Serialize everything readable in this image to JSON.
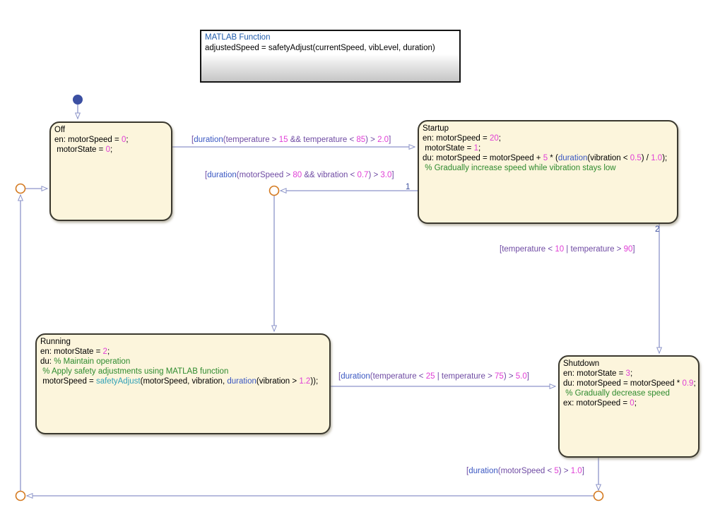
{
  "colors": {
    "state_fill": "#fcf5dc",
    "state_border": "#3a382e",
    "line": "#8d95c9",
    "junction": "#d4791f",
    "initial_dot": "#3b4fa2",
    "matlab_title": "#1f5bab",
    "code": "#000000",
    "number": "#e03ed6",
    "keyword": "#3a57c2",
    "function_name": "#2fa0b5",
    "comment": "#2e8b2e",
    "label": "#6f4ba3",
    "order": "#3c4f9e"
  },
  "function_block": {
    "title": "MATLAB Function",
    "signature": "adjustedSpeed = safetyAdjust(currentSpeed, vibLevel, duration)"
  },
  "states": {
    "off": {
      "name": "Off",
      "lines": [
        [
          {
            "c": "t",
            "t": "en: motorSpeed = "
          },
          {
            "c": "n",
            "t": "0"
          },
          {
            "c": "t",
            "t": ";"
          }
        ],
        [
          {
            "c": "t",
            "t": " motorState = "
          },
          {
            "c": "n",
            "t": "0"
          },
          {
            "c": "t",
            "t": ";"
          }
        ]
      ]
    },
    "startup": {
      "name": "Startup",
      "lines": [
        [
          {
            "c": "t",
            "t": "en: motorSpeed = "
          },
          {
            "c": "n",
            "t": "20"
          },
          {
            "c": "t",
            "t": ";"
          }
        ],
        [
          {
            "c": "t",
            "t": " motorState = "
          },
          {
            "c": "n",
            "t": "1"
          },
          {
            "c": "t",
            "t": ";"
          }
        ],
        [
          {
            "c": "t",
            "t": "du: motorSpeed = motorSpeed + "
          },
          {
            "c": "n",
            "t": "5"
          },
          {
            "c": "t",
            "t": " * ("
          },
          {
            "c": "k",
            "t": "duration"
          },
          {
            "c": "t",
            "t": "(vibration < "
          },
          {
            "c": "n",
            "t": "0.5"
          },
          {
            "c": "t",
            "t": ") / "
          },
          {
            "c": "n",
            "t": "1.0"
          },
          {
            "c": "t",
            "t": ");"
          }
        ],
        [
          {
            "c": "c",
            "t": " % Gradually increase speed while vibration stays low"
          }
        ]
      ]
    },
    "running": {
      "name": "Running",
      "lines": [
        [
          {
            "c": "t",
            "t": "en: motorState = "
          },
          {
            "c": "n",
            "t": "2"
          },
          {
            "c": "t",
            "t": ";"
          }
        ],
        [
          {
            "c": "t",
            "t": "du: "
          },
          {
            "c": "c",
            "t": "% Maintain operation"
          }
        ],
        [
          {
            "c": "c",
            "t": " % Apply safety adjustments using MATLAB function"
          }
        ],
        [
          {
            "c": "t",
            "t": " motorSpeed = "
          },
          {
            "c": "f",
            "t": "safetyAdjust"
          },
          {
            "c": "t",
            "t": "(motorSpeed, vibration, "
          },
          {
            "c": "k",
            "t": "duration"
          },
          {
            "c": "t",
            "t": "(vibration > "
          },
          {
            "c": "n",
            "t": "1.2"
          },
          {
            "c": "t",
            "t": "));"
          }
        ]
      ]
    },
    "shutdown": {
      "name": "Shutdown",
      "lines": [
        [
          {
            "c": "t",
            "t": "en: motorState = "
          },
          {
            "c": "n",
            "t": "3"
          },
          {
            "c": "t",
            "t": ";"
          }
        ],
        [
          {
            "c": "t",
            "t": "du: motorSpeed = motorSpeed * "
          },
          {
            "c": "n",
            "t": "0.9"
          },
          {
            "c": "t",
            "t": ";"
          }
        ],
        [
          {
            "c": "c",
            "t": " % Gradually decrease speed"
          }
        ],
        [
          {
            "c": "t",
            "t": "ex: motorSpeed = "
          },
          {
            "c": "n",
            "t": "0"
          },
          {
            "c": "t",
            "t": ";"
          }
        ]
      ]
    }
  },
  "transitions": {
    "off_to_startup": {
      "label": [
        {
          "c": "l",
          "t": "["
        },
        {
          "c": "k",
          "t": "duration"
        },
        {
          "c": "l",
          "t": "(temperature > "
        },
        {
          "c": "n",
          "t": "15"
        },
        {
          "c": "l",
          "t": " && temperature < "
        },
        {
          "c": "n",
          "t": "85"
        },
        {
          "c": "l",
          "t": ") > "
        },
        {
          "c": "n",
          "t": "2.0"
        },
        {
          "c": "l",
          "t": "]"
        }
      ]
    },
    "startup_to_running": {
      "order": "1",
      "label": [
        {
          "c": "l",
          "t": "["
        },
        {
          "c": "k",
          "t": "duration"
        },
        {
          "c": "l",
          "t": "(motorSpeed > "
        },
        {
          "c": "n",
          "t": "80"
        },
        {
          "c": "l",
          "t": " && vibration < "
        },
        {
          "c": "n",
          "t": "0.7"
        },
        {
          "c": "l",
          "t": ") > "
        },
        {
          "c": "n",
          "t": "3.0"
        },
        {
          "c": "l",
          "t": "]"
        }
      ]
    },
    "startup_to_shutdown": {
      "order": "2",
      "label": [
        {
          "c": "l",
          "t": "[temperature < "
        },
        {
          "c": "n",
          "t": "10"
        },
        {
          "c": "l",
          "t": " | temperature > "
        },
        {
          "c": "n",
          "t": "90"
        },
        {
          "c": "l",
          "t": "]"
        }
      ]
    },
    "running_to_shutdown": {
      "label": [
        {
          "c": "l",
          "t": "["
        },
        {
          "c": "k",
          "t": "duration"
        },
        {
          "c": "l",
          "t": "(temperature < "
        },
        {
          "c": "n",
          "t": "25"
        },
        {
          "c": "l",
          "t": " | temperature > "
        },
        {
          "c": "n",
          "t": "75"
        },
        {
          "c": "l",
          "t": ") > "
        },
        {
          "c": "n",
          "t": "5.0"
        },
        {
          "c": "l",
          "t": "]"
        }
      ]
    },
    "shutdown_to_off": {
      "label": [
        {
          "c": "l",
          "t": "["
        },
        {
          "c": "k",
          "t": "duration"
        },
        {
          "c": "l",
          "t": "(motorSpeed < "
        },
        {
          "c": "n",
          "t": "5"
        },
        {
          "c": "l",
          "t": ") > "
        },
        {
          "c": "n",
          "t": "1.0"
        },
        {
          "c": "l",
          "t": "]"
        }
      ]
    }
  }
}
